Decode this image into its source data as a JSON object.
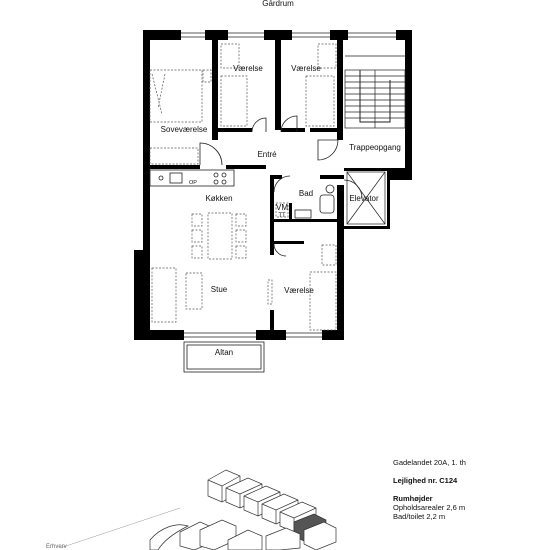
{
  "plan": {
    "courtyard_label": "Gårdrum",
    "rooms": {
      "sovevaerelse": "Soveværelse",
      "vaerelse_1": "Værelse",
      "vaerelse_2": "Værelse",
      "entre": "Entré",
      "trappeopgang": "Trappeopgang",
      "koekken": "Køkken",
      "bad": "Bad",
      "elevator": "Elevator",
      "vm": "VM",
      "tt": "TT",
      "stue": "Stue",
      "vaerelse_3": "Værelse",
      "altan": "Altan",
      "op": "OP"
    },
    "street_label": "Erhverv"
  },
  "info": {
    "address": "Gadelandet 20A, 1. th",
    "apartment": "Lejlighed nr. C124",
    "heights_title": "Rumhøjder",
    "heights_living": "Opholdsarealer 2,6 m",
    "heights_bath": "Bad/toilet 2,2 m"
  },
  "colors": {
    "wall": "#000000",
    "line": "#222222",
    "furniture": "#555555",
    "background": "#ffffff"
  }
}
